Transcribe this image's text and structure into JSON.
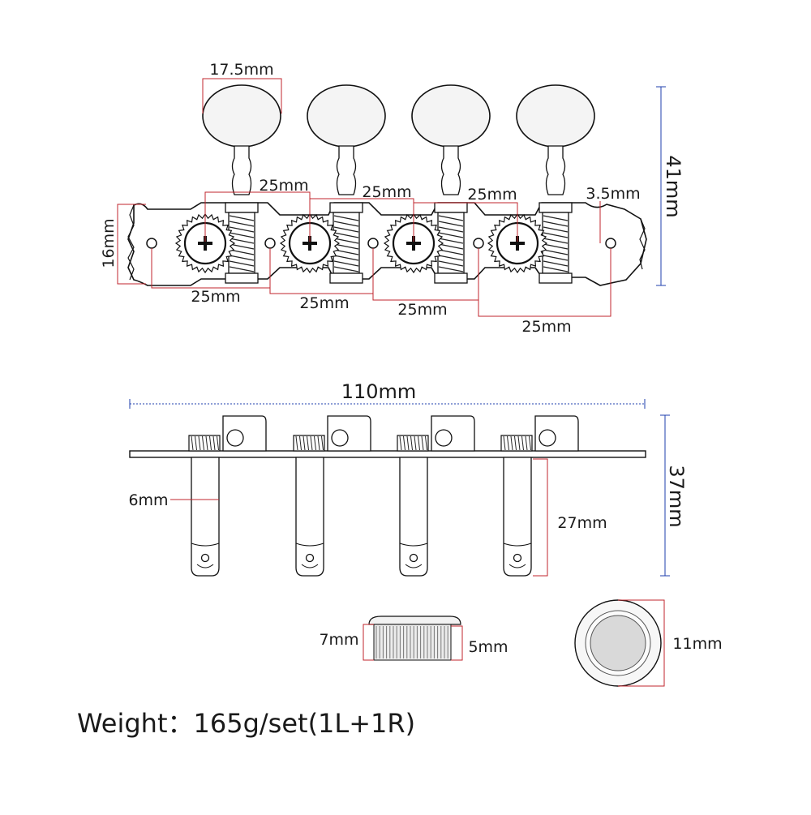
{
  "colors": {
    "line": "#111111",
    "dimension_red": "#c0262c",
    "dimension_blue": "#1f3fae",
    "button_fill": "#f4f4f4",
    "cap_inner": "#d9d9d9"
  },
  "top_view": {
    "button_width": "17.5mm",
    "plate_height": "16mm",
    "total_height": "41mm",
    "hole_diameter": "3.5mm",
    "spacing_top": [
      "25mm",
      "25mm",
      "25mm"
    ],
    "spacing_bottom": [
      "25mm",
      "25mm",
      "25mm",
      "25mm"
    ]
  },
  "side_view": {
    "total_length": "110mm",
    "total_height": "37mm",
    "post_diameter": "6mm",
    "post_length": "27mm"
  },
  "bushing": {
    "top_width": "7mm",
    "bottom_width": "5mm"
  },
  "cap": {
    "diameter": "11mm"
  },
  "weight_text": "Weight：165g/set(1L+1R)"
}
